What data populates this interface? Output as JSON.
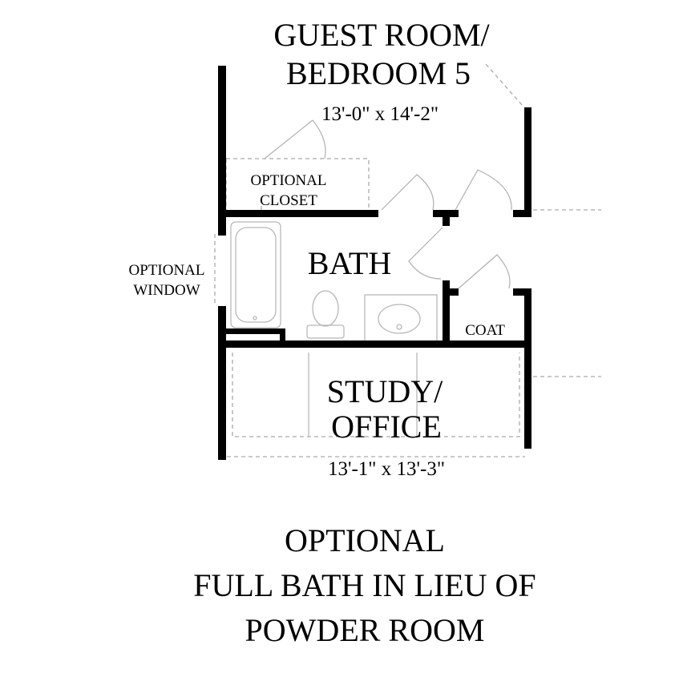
{
  "rooms": {
    "guest_room": {
      "line1": "GUEST ROOM/",
      "line2": "BEDROOM 5",
      "dimensions": "13'-0\" x 14'-2\""
    },
    "optional_closet": {
      "line1": "OPTIONAL",
      "line2": "CLOSET"
    },
    "bath": {
      "name": "BATH"
    },
    "optional_window": {
      "line1": "OPTIONAL",
      "line2": "WINDOW"
    },
    "coat": {
      "name": "COAT"
    },
    "study": {
      "line1": "STUDY/",
      "line2": "OFFICE",
      "dimensions": "13'-1\" x 13'-3\""
    }
  },
  "caption": {
    "line1": "OPTIONAL",
    "line2": "FULL BATH IN LIEU OF",
    "line3": "POWDER ROOM"
  }
}
